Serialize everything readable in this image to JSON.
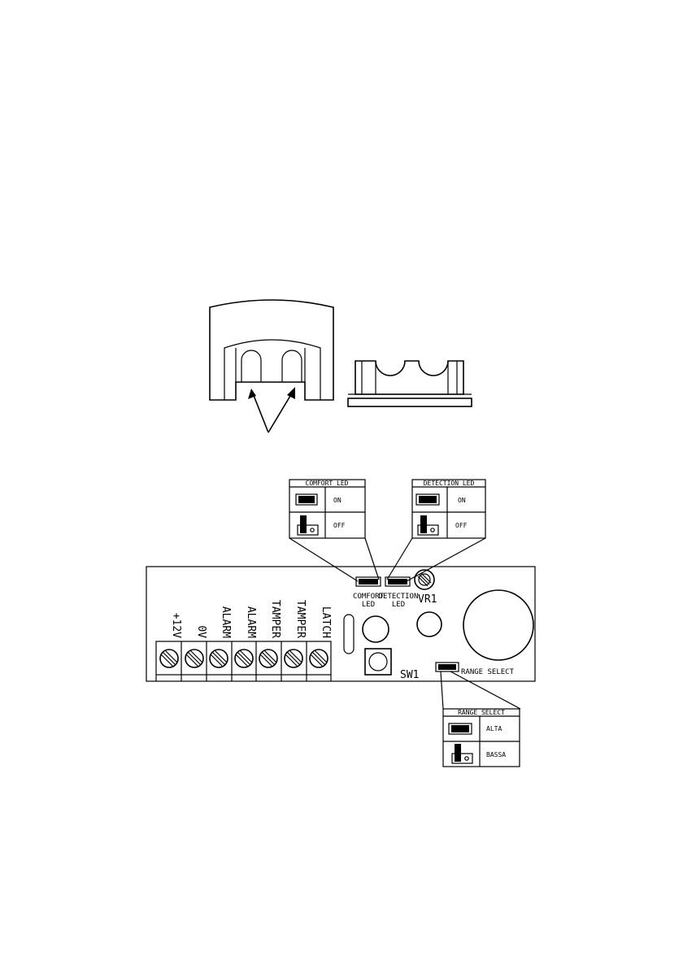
{
  "panels": {
    "comfort_led": {
      "title": "COMFORT LED",
      "on": "ON",
      "off": "OFF"
    },
    "detection_led": {
      "title": "DETECTION LED",
      "on": "ON",
      "off": "OFF"
    },
    "range_select": {
      "title": "RANGE SELECT",
      "on": "ALTA",
      "off": "BASSA"
    }
  },
  "board": {
    "terminals": [
      "+12V",
      "0V",
      "ALARM",
      "ALARM",
      "TAMPER",
      "TAMPER",
      "LATCH"
    ],
    "comfort_led_label_line1": "COMFORT",
    "comfort_led_label_line2": "LED",
    "detection_led_label_line1": "DETECTION",
    "detection_led_label_line2": "LED",
    "vr1_label": "VR1",
    "sw1_label": "SW1",
    "range_select_label": "RANGE SELECT"
  }
}
